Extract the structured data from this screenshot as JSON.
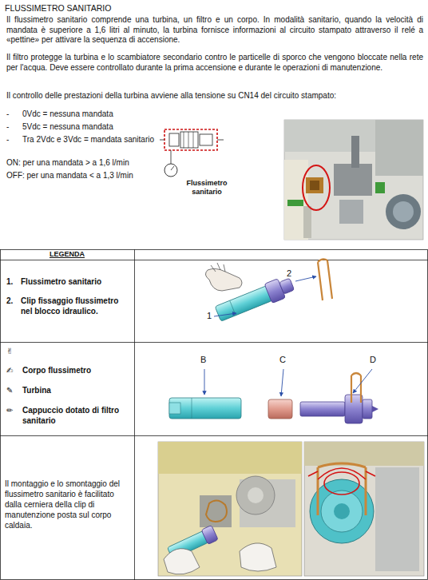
{
  "diagram": {
    "title": "FLUSSIMETRO SANITARIO",
    "nodes": [
      {
        "text": [
          "LEGENDA"
        ]
      },
      {
        "text": [
          "1.",
          "Flussimetro sanitario",
          "2.",
          "Clip fissaggio flussimetro nel blocco idraulico."
        ]
      },
      {
        "text": [
          "✌",
          "✍",
          "Corpo flussimetro",
          "✎",
          "Turbina",
          "✏",
          "Cappuccio dotato di filtro sanitario"
        ]
      },
      {
        "text": [
          "Il montaggio e lo smontaggio del flussimetro sanitario è facilitato dalla cerniera della clip di manutenzione posta sul corpo caldaia."
        ]
      }
    ],
    "labels": [
      "Il flussimetro sanitario comprende una turbina, un filtro e un corpo. In modalità sanitario, quando la velocità di mandata è superiore a 1,6 litri al minuto, la turbina fornisce informazioni al circuito stampato attraverso il relé a «pettine» per attivare la sequenza di accensione.",
      "Il filtro protegge la turbina e lo scambiatore secondario contro le particelle di sporco che vengono bloccate nella rete per l'acqua. Deve essere controllato durante la prima accensione e durante le operazioni di manutenzione.",
      "Il controllo delle prestazioni della turbina avviene alla tensione su CN14 del circuito stampato:",
      "-",
      "0Vdc = nessuna mandata",
      "-",
      "5Vdc = nessuna mandata",
      "-",
      "Tra 2Vdc e 3Vdc = mandata sanitario",
      "ON: per una mandata > a 1,6 l/min",
      "OFF: per una mandata < a 1,3 l/min",
      "Flussimetro sanitario",
      "2",
      "1",
      "B",
      "C",
      "D"
    ]
  }
}
